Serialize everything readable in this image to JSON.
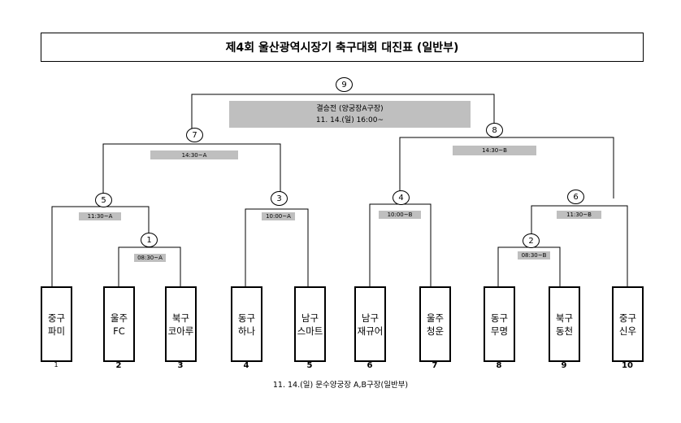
{
  "title": "제4회 울산광역시장기 축구대회 대진표 (일반부)",
  "final": {
    "line1": "결승전 (양궁장A구장)",
    "line2": "11. 14.(일)  16:00~"
  },
  "matches": [
    "9",
    "7",
    "8",
    "5",
    "3",
    "4",
    "6",
    "1",
    "2"
  ],
  "times": {
    "m7": "14:30~A",
    "m8": "14:30~B",
    "m5": "11:30~A",
    "m3": "10:00~A",
    "m4": "10:00~B",
    "m6": "11:30~B",
    "m1": "08:30~A",
    "m2": "08:30~B"
  },
  "teams": [
    {
      "line1": "중구",
      "line2": "파미",
      "num": "1"
    },
    {
      "line1": "울주",
      "line2": "FC",
      "num": "2"
    },
    {
      "line1": "북구",
      "line2": "코아루",
      "num": "3"
    },
    {
      "line1": "동구",
      "line2": "하나",
      "num": "4"
    },
    {
      "line1": "남구",
      "line2": "스마트",
      "num": "5"
    },
    {
      "line1": "남구",
      "line2": "재규어",
      "num": "6"
    },
    {
      "line1": "울주",
      "line2": "청운",
      "num": "7"
    },
    {
      "line1": "동구",
      "line2": "무명",
      "num": "8"
    },
    {
      "line1": "북구",
      "line2": "동천",
      "num": "9"
    },
    {
      "line1": "중구",
      "line2": "신우",
      "num": "10"
    }
  ],
  "footer": "11. 14.(일) 문수양궁장 A,B구장(일반부)"
}
